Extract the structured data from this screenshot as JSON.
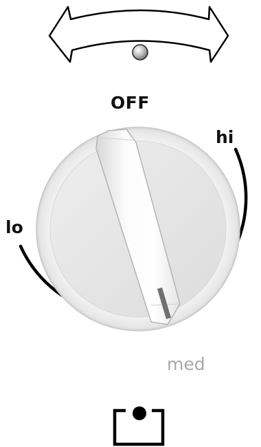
{
  "labels": {
    "off": "OFF",
    "hi": "hi",
    "lo": "lo",
    "med": "med"
  },
  "icons": {
    "rotate": "double-arrow-rotate-icon",
    "indicator": "indicator-light-icon",
    "knob": "rotary-knob",
    "button": "push-button-icon"
  },
  "colors": {
    "med_label": "#a8a8a8",
    "knob_face": "#e6e6e6",
    "pointer_mark": "#707070"
  }
}
